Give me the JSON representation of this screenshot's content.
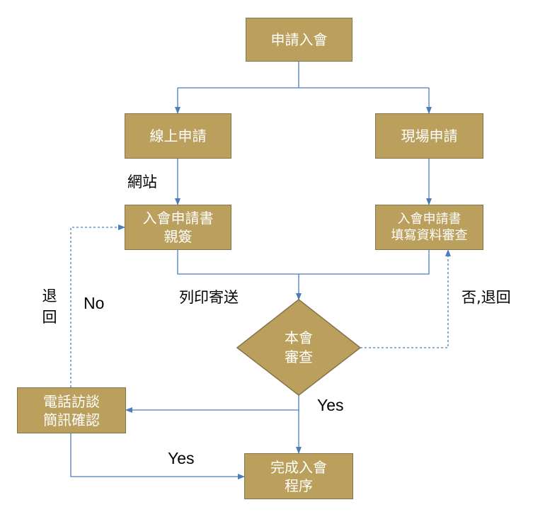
{
  "colors": {
    "node_fill": "#BB9F5C",
    "node_border": "#86744A",
    "edge": "#4A7EBB",
    "node_text": "#FFFFFF"
  },
  "nodes": {
    "apply": {
      "lines": [
        "申請入會"
      ]
    },
    "online": {
      "lines": [
        "線上申請"
      ]
    },
    "onsite": {
      "lines": [
        "現場申請"
      ]
    },
    "form_sign": {
      "lines": [
        "入會申請書",
        "親簽"
      ]
    },
    "form_fill": {
      "lines": [
        "入會申請書",
        "填寫資料審查"
      ]
    },
    "review": {
      "lines": [
        "本會",
        "審查"
      ]
    },
    "phone": {
      "lines": [
        "電話訪談",
        "簡訊確認"
      ]
    },
    "complete": {
      "lines": [
        "完成入會",
        "程序"
      ]
    }
  },
  "labels": {
    "website": "網站",
    "print_mail": "列印寄送",
    "reject_return": "否,退回",
    "no": "No",
    "return_vertical": [
      "退",
      "回"
    ],
    "yes_review": "Yes",
    "yes_phone": "Yes"
  }
}
